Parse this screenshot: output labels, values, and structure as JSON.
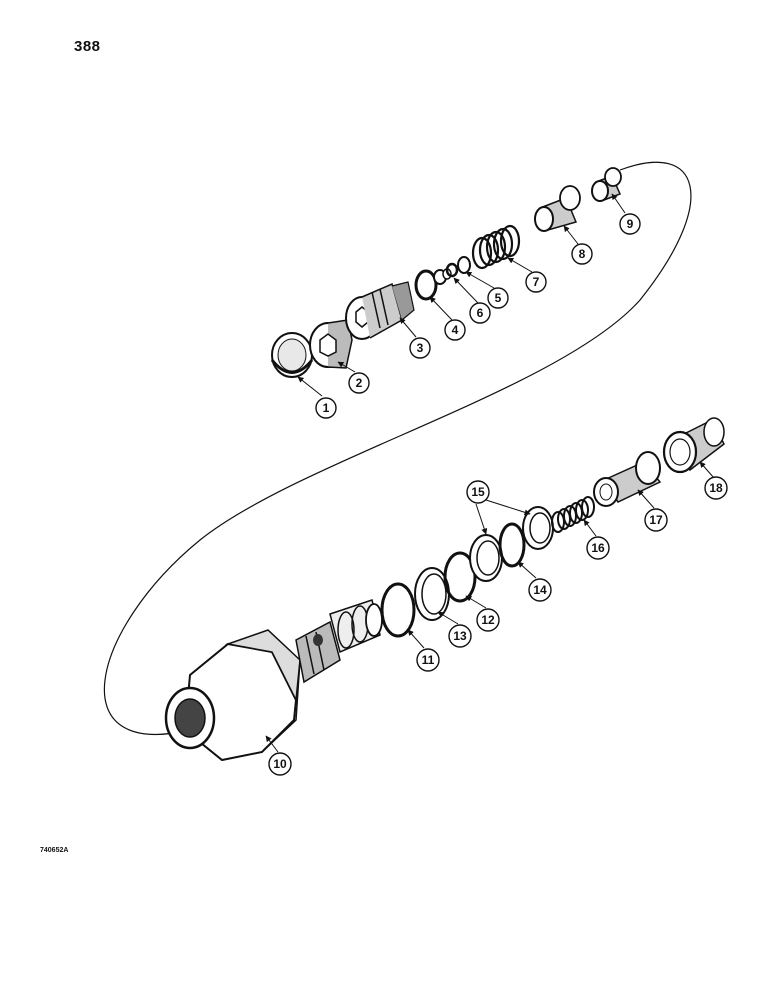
{
  "page": {
    "number": "388",
    "figure_code": "740652A"
  },
  "callouts": [
    "1",
    "2",
    "3",
    "4",
    "5",
    "6",
    "7",
    "8",
    "9",
    "10",
    "11",
    "12",
    "13",
    "14",
    "15",
    "16",
    "17",
    "18"
  ],
  "colors": {
    "ink": "#111111",
    "paper": "#ffffff",
    "shade": "#2a2a2a"
  }
}
